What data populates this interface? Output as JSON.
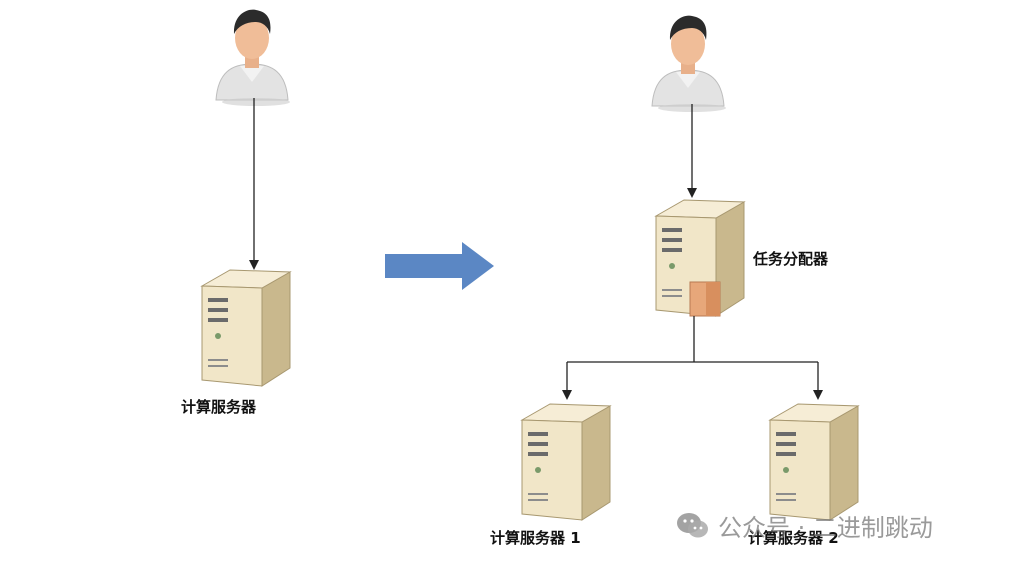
{
  "labels": {
    "single_server": "计算服务器",
    "dispatcher": "任务分配器",
    "server_1": "计算服务器 1",
    "server_2": "计算服务器 2"
  },
  "watermark": {
    "text": "公众号 · 二进制跳动",
    "icon": "wechat-icon"
  },
  "colors": {
    "arrow_fill": "#5b87c4",
    "server_body": "#f1e6c8",
    "server_side": "#c9b88d",
    "line": "#222222"
  }
}
